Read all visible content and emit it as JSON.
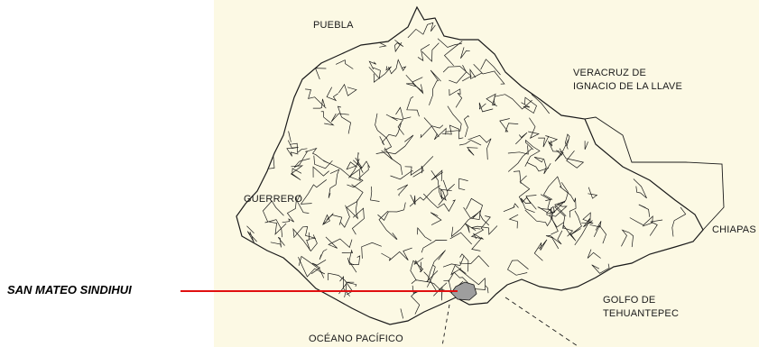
{
  "map": {
    "labels": {
      "puebla": "PUEBLA",
      "veracruz_line1": "VERACRUZ DE",
      "veracruz_line2": "IGNACIO DE LA LLAVE",
      "guerrero": "GUERRERO",
      "chiapas": "CHIAPAS",
      "golfo_line1": "GOLFO DE",
      "golfo_line2": "TEHUANTEPEC",
      "oceano": "OCÉANO PACÍFICO"
    },
    "highlighted_municipality": "SAN MATEO SINDIHUI",
    "colors": {
      "background": "#fcf9e4",
      "boundary": "#1a1a1a",
      "highlight_fill": "#9e9e9e",
      "callout_line": "#e01010"
    }
  }
}
